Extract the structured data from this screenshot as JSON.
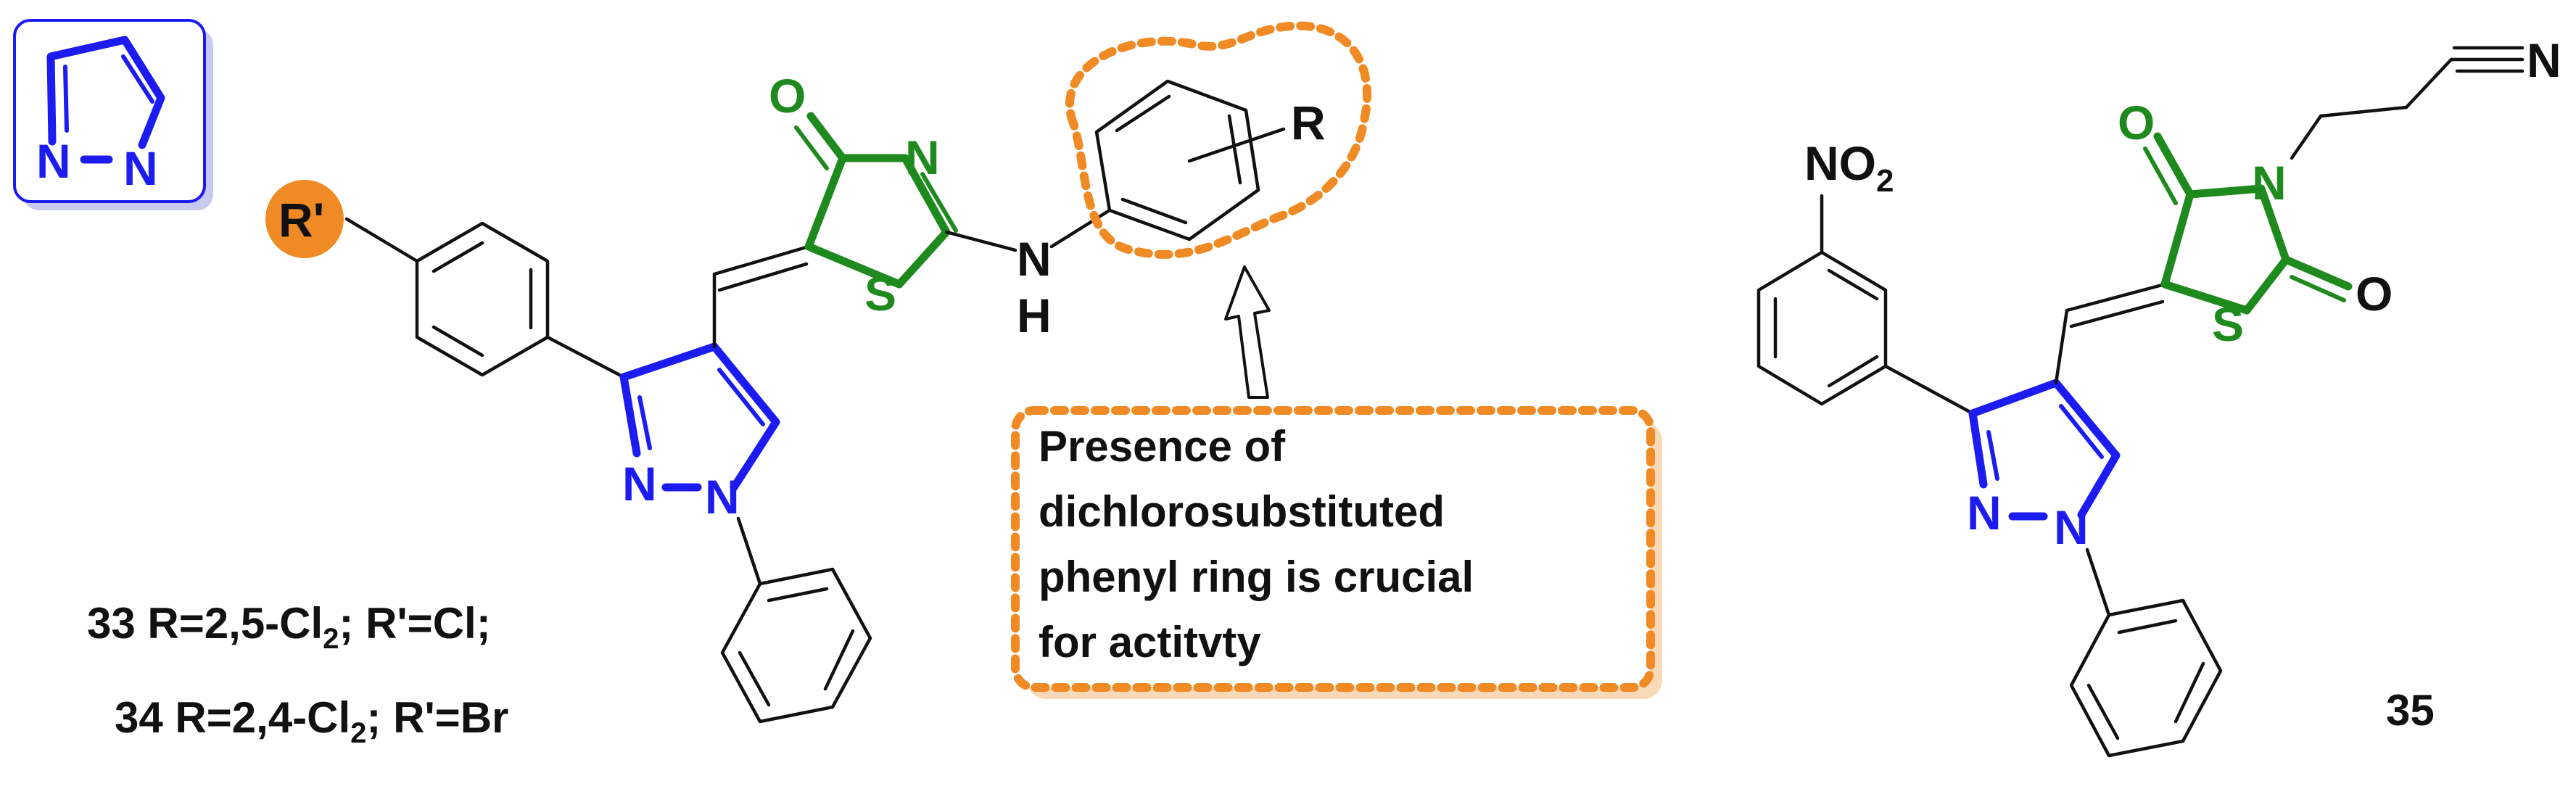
{
  "legend_icon": {
    "atom_n1": "N",
    "atom_n2": "N"
  },
  "compound_left": {
    "substituent_r_prime": "R'",
    "substituent_r": "R",
    "atoms": {
      "o": "O",
      "n_thiazole": "N",
      "s": "S",
      "nh_n": "N",
      "nh_h": "H",
      "pyr_n1": "N",
      "pyr_n2": "N"
    },
    "label_line1": {
      "prefix": "33 R=2,5-Cl",
      "sub": "2",
      "suffix": "; R'=Cl;"
    },
    "label_line2": {
      "prefix": "34 R=2,4-Cl",
      "sub": "2",
      "suffix": "; R'=Br"
    }
  },
  "annotation": {
    "lines": [
      "Presence of",
      "dichlorosubstituted",
      "phenyl ring is crucial",
      "for actitvty"
    ]
  },
  "compound_right": {
    "atoms": {
      "no2_main": "NO",
      "no2_sub": "2",
      "o_top": "O",
      "n_ring": "N",
      "o_right": "O",
      "s": "S",
      "n_nitrile": "N",
      "pyr_n1": "N",
      "pyr_n2": "N"
    },
    "label": "35"
  },
  "colors": {
    "pyrazole": "#1c1cf0",
    "thiazolidine": "#1e8a1e",
    "highlight_orange": "#f08a24",
    "box_shadow": "#f8d9b8",
    "icon_shadow": "#c8c8f0",
    "bonds": "#111111"
  }
}
